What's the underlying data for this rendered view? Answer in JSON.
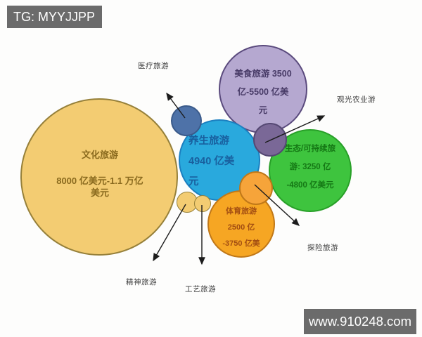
{
  "badges": {
    "telegram": "TG: MYYJJPP",
    "website": "www.910248.com"
  },
  "chart": {
    "bubbles": {
      "culture": {
        "line1": "文化旅游",
        "line2": "8000 亿美元-1.1 万亿",
        "line3": "美元"
      },
      "wellness": {
        "line1": "养生旅游",
        "line2": "4940 亿美",
        "line3": "元"
      },
      "food": {
        "line1": "美食旅游 3500",
        "line2": "亿-5500 亿美",
        "line3": "元"
      },
      "eco": {
        "line1": "生态/可持续旅",
        "line2": "游: 3250 亿",
        "line3": "-4800 亿美元"
      },
      "sports": {
        "line1": "体育旅游",
        "line2": "2500 亿",
        "line3": "-3750 亿美"
      }
    },
    "labels": {
      "medical": "医疗旅游",
      "agritourism": "观光农业游",
      "adventure": "探险旅游",
      "spiritual": "精神旅游",
      "craft": "工艺旅游"
    }
  },
  "colors": {
    "culture_fill": "#f3cc72",
    "wellness_fill": "#29a9dd",
    "food_fill": "#b5a8d0",
    "eco_fill": "#3ec43e",
    "sports_fill": "#f6a623",
    "medical_dot": "#4e72a8",
    "agritourism_dot": "#7a6897",
    "adventure_dot": "#f6a43a",
    "badge_bg": "#6b6b6b"
  },
  "chart_data": {
    "type": "bubble",
    "title": "",
    "unit": "亿美元",
    "legend_position": "none",
    "series": [
      {
        "label": "文化旅游",
        "value_text": "8000 亿美元-1.1 万亿美元",
        "range": [
          8000,
          11000
        ],
        "size_rank": 1
      },
      {
        "label": "养生旅游",
        "value_text": "4940 亿美元",
        "range": [
          4940,
          4940
        ],
        "size_rank": 3
      },
      {
        "label": "美食旅游",
        "value_text": "3500 亿-5500 亿美元",
        "range": [
          3500,
          5500
        ],
        "size_rank": 2
      },
      {
        "label": "生态/可持续旅游",
        "value_text": "3250 亿-4800 亿美元",
        "range": [
          3250,
          4800
        ],
        "size_rank": 4
      },
      {
        "label": "体育旅游",
        "value_text": "2500 亿-3750 亿美",
        "range": [
          2500,
          3750
        ],
        "size_rank": 5
      },
      {
        "label": "医疗旅游",
        "value_text": "",
        "range": null,
        "size_rank": 6
      },
      {
        "label": "观光农业游",
        "value_text": "",
        "range": null,
        "size_rank": 6
      },
      {
        "label": "探险旅游",
        "value_text": "",
        "range": null,
        "size_rank": 6
      },
      {
        "label": "精神旅游",
        "value_text": "",
        "range": null,
        "size_rank": 7
      },
      {
        "label": "工艺旅游",
        "value_text": "",
        "range": null,
        "size_rank": 8
      }
    ]
  }
}
